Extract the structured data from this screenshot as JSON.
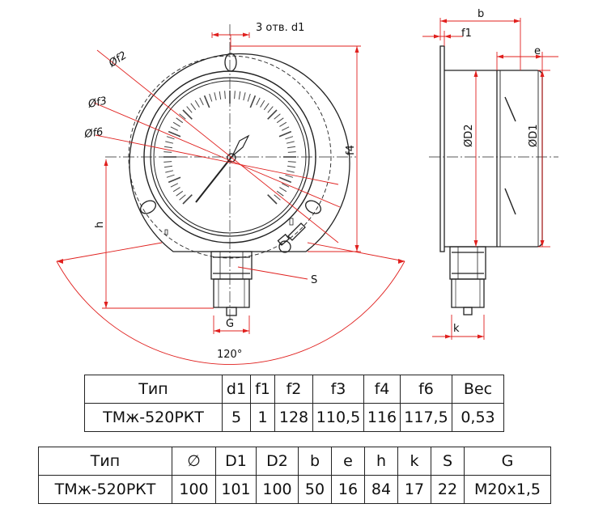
{
  "labels": {
    "holes": "3 отв. d1",
    "f2": "Øf2",
    "f3": "Øf3",
    "f6": "Øf6",
    "h": "h",
    "f4": "f4",
    "S": "S",
    "G": "G",
    "angle": "120°",
    "b": "b",
    "f1": "f1",
    "e": "e",
    "D2": "ØD2",
    "D1": "ØD1",
    "k": "k"
  },
  "table1": {
    "headers": [
      "Тип",
      "d1",
      "f1",
      "f2",
      "f3",
      "f4",
      "f6",
      "Вес"
    ],
    "rows": [
      [
        "ТМж-520РКТ",
        "5",
        "1",
        "128",
        "110,5",
        "116",
        "117,5",
        "0,53"
      ]
    ]
  },
  "table2": {
    "headers": [
      "Тип",
      "∅",
      "D1",
      "D2",
      "b",
      "e",
      "h",
      "k",
      "S",
      "G"
    ],
    "rows": [
      [
        "ТМж-520РКТ",
        "100",
        "101",
        "100",
        "50",
        "16",
        "84",
        "17",
        "22",
        "М20х1,5"
      ]
    ]
  },
  "colors": {
    "line": "#222222",
    "dimension": "#e0201e"
  }
}
